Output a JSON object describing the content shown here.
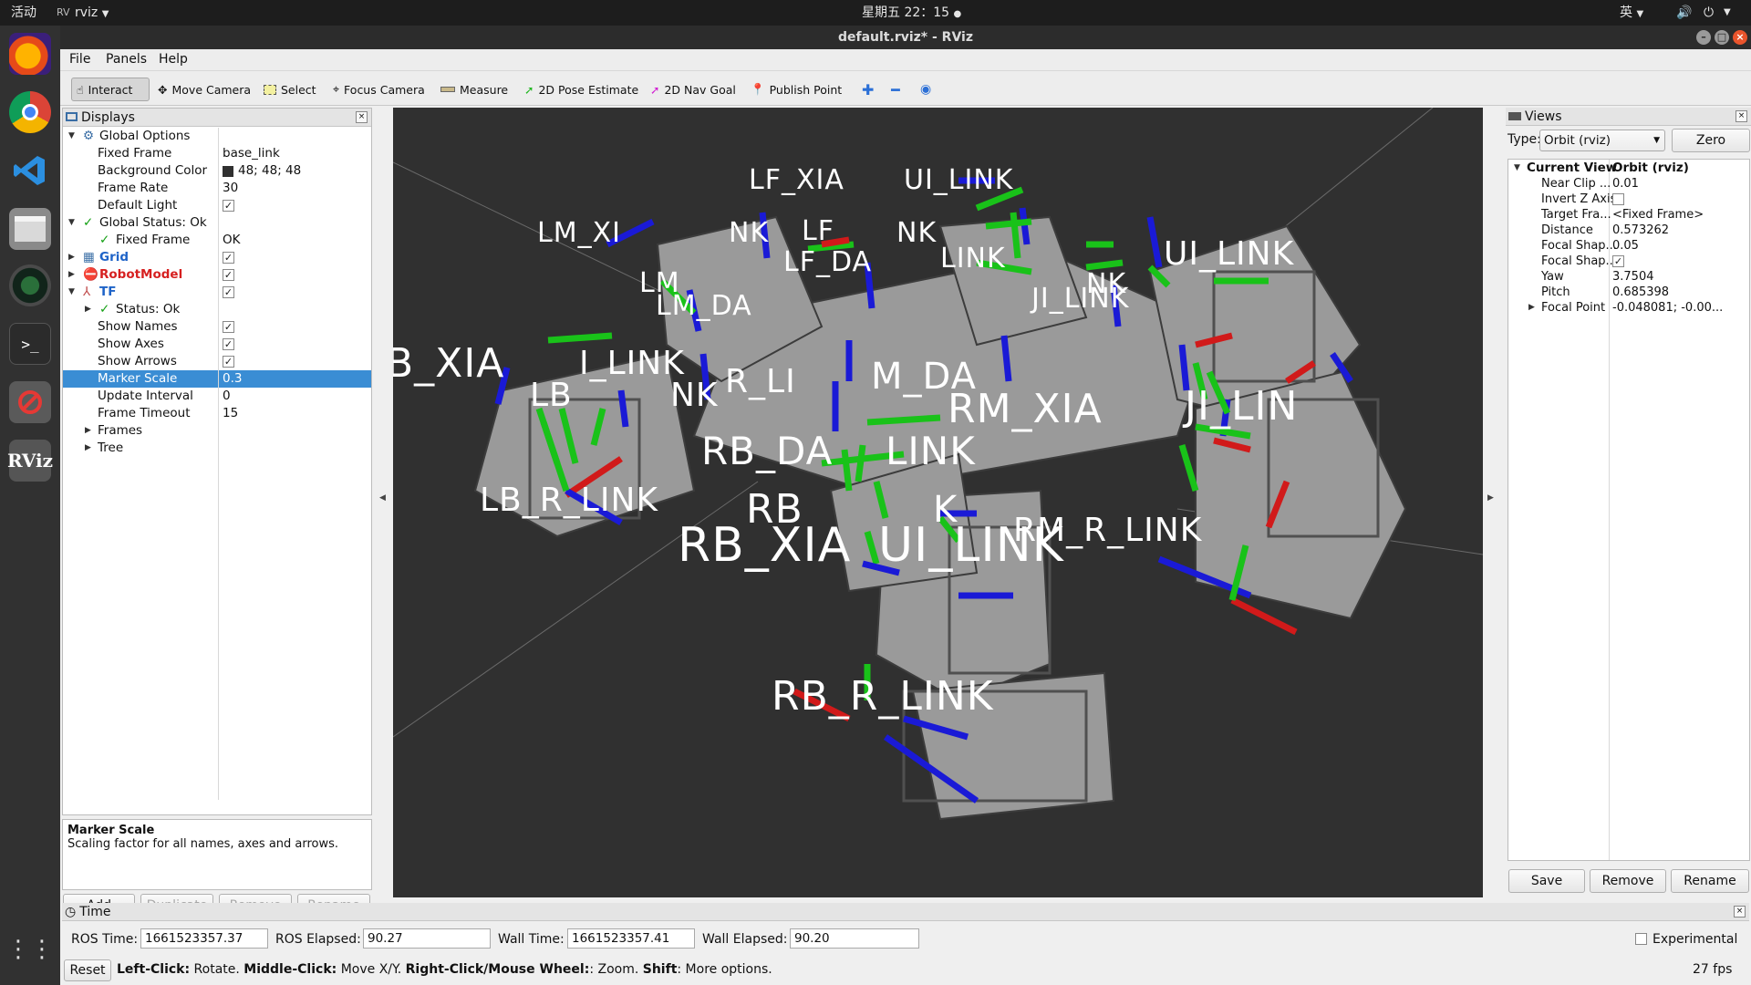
{
  "topbar": {
    "activities": "活动",
    "app": "rviz",
    "clock": "星期五 22：15",
    "ime": "英"
  },
  "window": {
    "title": "default.rviz* - RViz"
  },
  "menus": [
    "File",
    "Panels",
    "Help"
  ],
  "toolbar": {
    "interact": "Interact",
    "move_camera": "Move Camera",
    "select": "Select",
    "focus_camera": "Focus Camera",
    "measure": "Measure",
    "pose_estimate": "2D Pose Estimate",
    "nav_goal": "2D Nav Goal",
    "publish_point": "Publish Point"
  },
  "displays": {
    "title": "Displays",
    "rows": [
      {
        "label": "Global Options"
      },
      {
        "label": "Fixed Frame",
        "value": "base_link"
      },
      {
        "label": "Background Color",
        "value": "48; 48; 48"
      },
      {
        "label": "Frame Rate",
        "value": "30"
      },
      {
        "label": "Default Light"
      },
      {
        "label": "Global Status: Ok"
      },
      {
        "label": "Fixed Frame",
        "value": "OK"
      },
      {
        "label": "Grid"
      },
      {
        "label": "RobotModel"
      },
      {
        "label": "TF"
      },
      {
        "label": "Status: Ok"
      },
      {
        "label": "Show Names"
      },
      {
        "label": "Show Axes"
      },
      {
        "label": "Show Arrows"
      },
      {
        "label": "Marker Scale",
        "value": "0.3"
      },
      {
        "label": "Update Interval",
        "value": "0"
      },
      {
        "label": "Frame Timeout",
        "value": "15"
      },
      {
        "label": "Frames"
      },
      {
        "label": "Tree"
      }
    ],
    "desc_title": "Marker Scale",
    "desc_text": "Scaling factor for all names, axes and arrows.",
    "buttons": {
      "add": "Add",
      "duplicate": "Duplicate",
      "remove": "Remove",
      "rename": "Rename"
    }
  },
  "views": {
    "title": "Views",
    "type_label": "Type:",
    "type_value": "Orbit (rviz)",
    "zero": "Zero",
    "rows": [
      {
        "label": "Current View",
        "value": "Orbit (rviz)"
      },
      {
        "label": "Near Clip ...",
        "value": "0.01"
      },
      {
        "label": "Invert Z Axis",
        "value": ""
      },
      {
        "label": "Target Fra...",
        "value": "<Fixed Frame>"
      },
      {
        "label": "Distance",
        "value": "0.573262"
      },
      {
        "label": "Focal Shap...",
        "value": "0.05"
      },
      {
        "label": "Focal Shap...",
        "value": ""
      },
      {
        "label": "Yaw",
        "value": "3.7504"
      },
      {
        "label": "Pitch",
        "value": "0.685398"
      },
      {
        "label": "Focal Point",
        "value": "-0.048081; -0.00..."
      }
    ],
    "buttons": {
      "save": "Save",
      "remove": "Remove",
      "rename": "Rename"
    }
  },
  "scene_labels": [
    "LF_XIA",
    "UI_LINK",
    "LM_XI",
    "NK",
    "LF",
    "NK",
    "LF_DA",
    "LINK",
    "UI_LINK",
    "LM",
    "NK",
    "LM_DA",
    "JI_LINK",
    "B_XIA",
    "I_LINK",
    "LB",
    "NK",
    "R_LI",
    "M_DA",
    "RM_XIA",
    "JI_LIN",
    "RB_DA",
    "LINK",
    "LB_R_LINK",
    "RB",
    "K",
    "RB_XIA",
    "UI_LINK",
    "RM_R_LINK",
    "RB_R_LINK"
  ],
  "time": {
    "title": "Time",
    "ros_time_label": "ROS Time:",
    "ros_time": "1661523357.37",
    "ros_elapsed_label": "ROS Elapsed:",
    "ros_elapsed": "90.27",
    "wall_time_label": "Wall Time:",
    "wall_time": "1661523357.41",
    "wall_elapsed_label": "Wall Elapsed:",
    "wall_elapsed": "90.20",
    "experimental": "Experimental"
  },
  "status": {
    "reset": "Reset",
    "h1": "Left-Click:",
    "t1": " Rotate. ",
    "h2": "Middle-Click:",
    "t2": " Move X/Y. ",
    "h3": "Right-Click/Mouse Wheel:",
    "t3": ": Zoom. ",
    "h4": "Shift",
    "t4": ": More options.",
    "fps": "27 fps"
  },
  "colors": {
    "bg": "#303030",
    "selection": "#3a8dd4",
    "axis_red": "#d11a1a",
    "axis_green": "#19c219",
    "axis_blue": "#1a1ad6"
  }
}
